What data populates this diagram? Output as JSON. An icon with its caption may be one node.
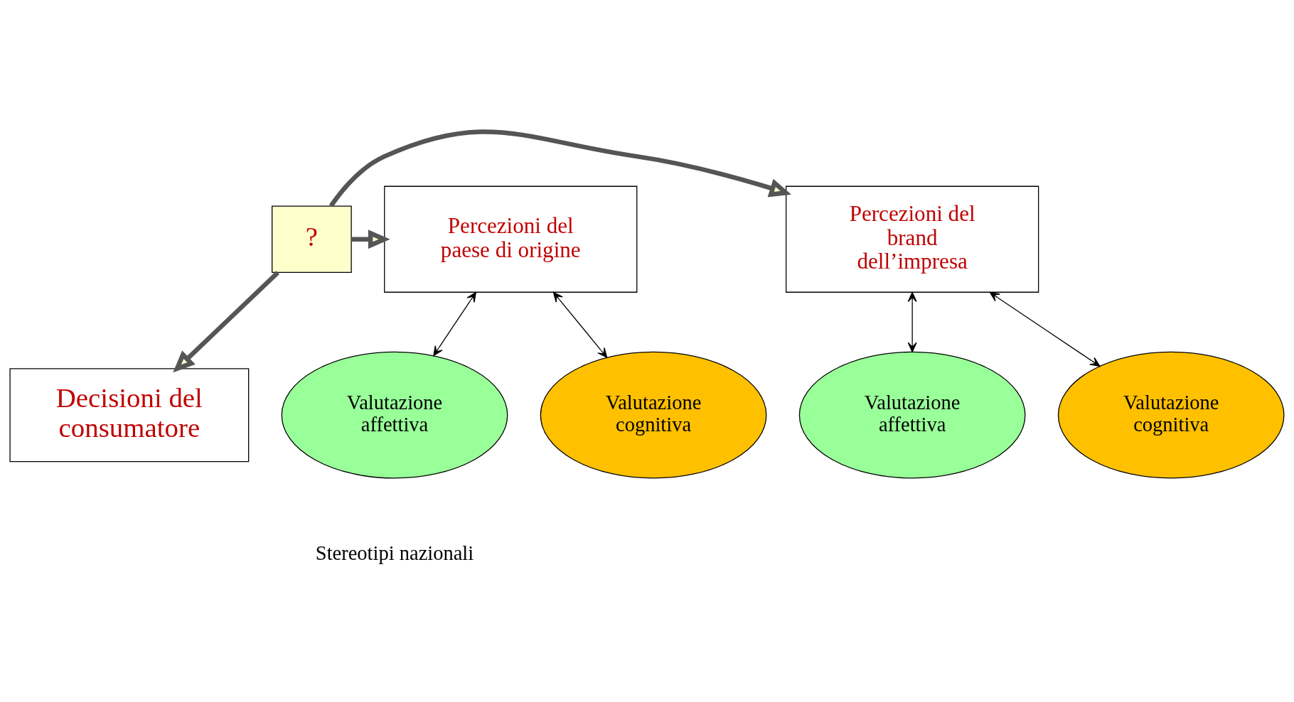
{
  "diagram": {
    "nodes": [
      {
        "text": [
          "Decisioni del consumatore"
        ]
      },
      {
        "text": [
          "Percezioni del brand dell’impresa"
        ]
      },
      {
        "text": [
          "?"
        ]
      },
      {
        "text": [
          "Percezioni del paese di origine"
        ]
      },
      {
        "text": [
          "Valutazione cognitiva"
        ]
      },
      {
        "text": [
          "Valutazione affettiva"
        ]
      },
      {
        "text": [
          "Valutazione cognitiva"
        ]
      },
      {
        "text": [
          "Valutazione affettiva"
        ]
      }
    ],
    "edges": [
      {
        "from": 2,
        "to": 0,
        "arrow": "to",
        "style": "thick"
      },
      {
        "from": 2,
        "to": 1,
        "arrow": "to",
        "style": "thick"
      },
      {
        "from": 2,
        "to": 3,
        "arrow": "to",
        "style": "thick"
      },
      {
        "from": 1,
        "to": 4,
        "arrow": "both"
      },
      {
        "from": 1,
        "to": 5,
        "arrow": "both"
      },
      {
        "from": 3,
        "to": 6,
        "arrow": "both"
      },
      {
        "from": 3,
        "to": 7,
        "arrow": "both"
      }
    ],
    "labels": [
      "Stereotipi nazionali"
    ]
  }
}
